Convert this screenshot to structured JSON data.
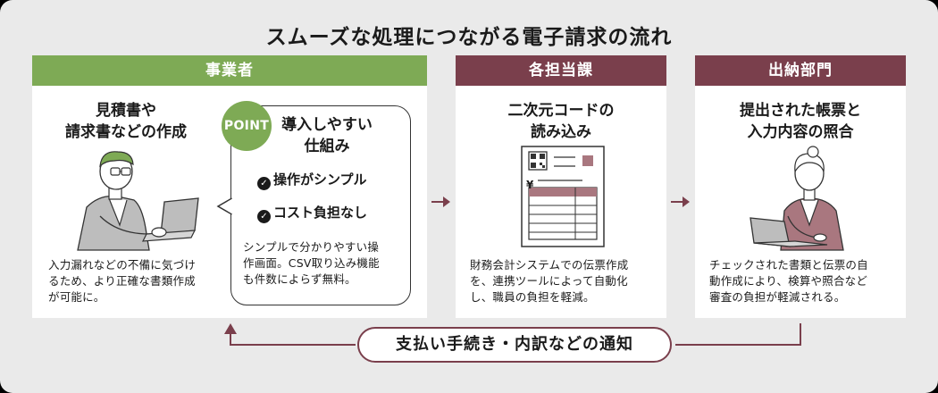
{
  "title": "スムーズな処理につながる電子請求の流れ",
  "colors": {
    "green": "#7eaa55",
    "maroon": "#7a3f4c",
    "background": "#eaeaea"
  },
  "panels": [
    {
      "header": "事業者",
      "heading_lines": [
        "見積書や",
        "請求書などの作成"
      ],
      "body_lines": [
        "入力漏れなどの不備に気づけ",
        "るため、より正確な書類作成",
        "が可能に。"
      ],
      "illustration": "man-with-laptop-illustration"
    },
    {
      "header": "各担当課",
      "heading_lines": [
        "二次元コードの",
        "読み込み"
      ],
      "body_lines": [
        "財務会計システムでの伝票作成",
        "を、連携ツールによって自動化",
        "し、職員の負担を軽減。"
      ],
      "illustration": "invoice-with-qr-illustration",
      "yen_mark": "¥"
    },
    {
      "header": "出納部門",
      "heading_lines": [
        "提出された帳票と",
        "入力内容の照合"
      ],
      "body_lines": [
        "チェックされた書類と伝票の自",
        "動作成により、検算や照合など",
        "審査の負担が軽減される。"
      ],
      "illustration": "woman-with-laptop-illustration"
    }
  ],
  "point": {
    "badge": "POINT",
    "title_lines": [
      "導入しやすい",
      "仕組み"
    ],
    "checks": [
      "操作がシンプル",
      "コスト負担なし"
    ],
    "body_lines": [
      "シンプルで分かりやすい操",
      "作画面。CSV取り込み機能",
      "も件数によらず無料。"
    ],
    "check_icon": "check-circle-icon"
  },
  "notification": "支払い手続き・内訳などの通知"
}
